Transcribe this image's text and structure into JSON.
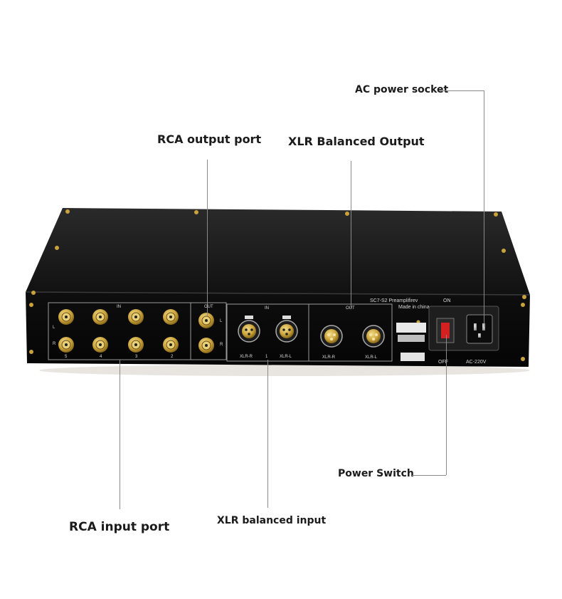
{
  "callouts": {
    "ac_power_socket": "AC power socket",
    "rca_output_port": "RCA output port",
    "xlr_balanced_output": "XLR Balanced Output",
    "power_switch": "Power Switch",
    "rca_input_port": "RCA input port",
    "xlr_balanced_input": "XLR balanced input"
  },
  "panel": {
    "rca_in_label": "IN",
    "rca_out_label": "OUT",
    "rca_left": "L",
    "rca_right": "R",
    "rca_out_left": "L",
    "rca_out_right": "R",
    "rca_numbers": [
      "5",
      "4",
      "3",
      "2"
    ],
    "xlr_in_label": "IN",
    "xlr_out_label": "OUT",
    "xlr_r": "XLR-R",
    "xlr_num": "1",
    "xlr_l": "XLR-L",
    "xlr_out_r": "XLR-R",
    "xlr_out_l": "XLR-L",
    "model": "SC7-S2 Preamplifirev",
    "origin": "Made in china",
    "on": "ON",
    "off": "OFF",
    "voltage": "AC-220V"
  },
  "colors": {
    "chassis": "#151515",
    "gold": "#c9a23a",
    "line": "#8a8a8a"
  }
}
